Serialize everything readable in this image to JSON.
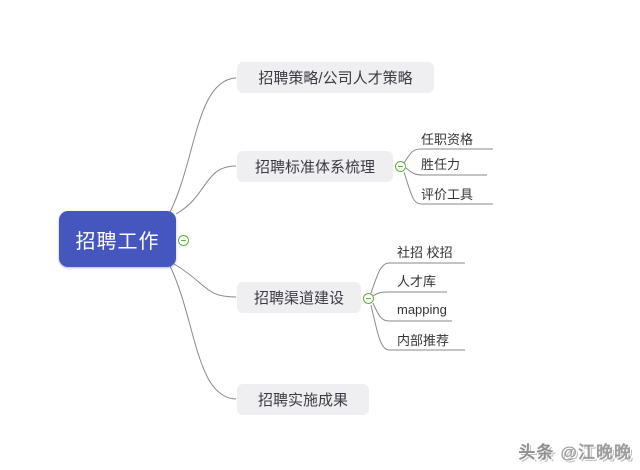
{
  "colors": {
    "root_bg": "#4656BF",
    "root_text": "#FFFFFF",
    "branch_bg": "#EFEFF2",
    "branch_text": "#3B3B44",
    "child_text": "#333333",
    "line": "#8A8A8A",
    "collapse_green": "#60B237",
    "watermark_text": "#9D9D9D"
  },
  "root": {
    "label": "招聘工作"
  },
  "branches": [
    {
      "label": "招聘策略/公司人才策略",
      "children": []
    },
    {
      "label": "招聘标准体系梳理",
      "children": [
        {
          "label": "任职资格"
        },
        {
          "label": "胜任力"
        },
        {
          "label": "评价工具"
        }
      ]
    },
    {
      "label": "招聘渠道建设",
      "children": [
        {
          "label": "社招 校招"
        },
        {
          "label": "人才库"
        },
        {
          "label": "mapping"
        },
        {
          "label": "内部推荐"
        }
      ]
    },
    {
      "label": "招聘实施成果",
      "children": []
    }
  ],
  "watermark": {
    "brand": "头条",
    "author": "@江晚晚"
  }
}
